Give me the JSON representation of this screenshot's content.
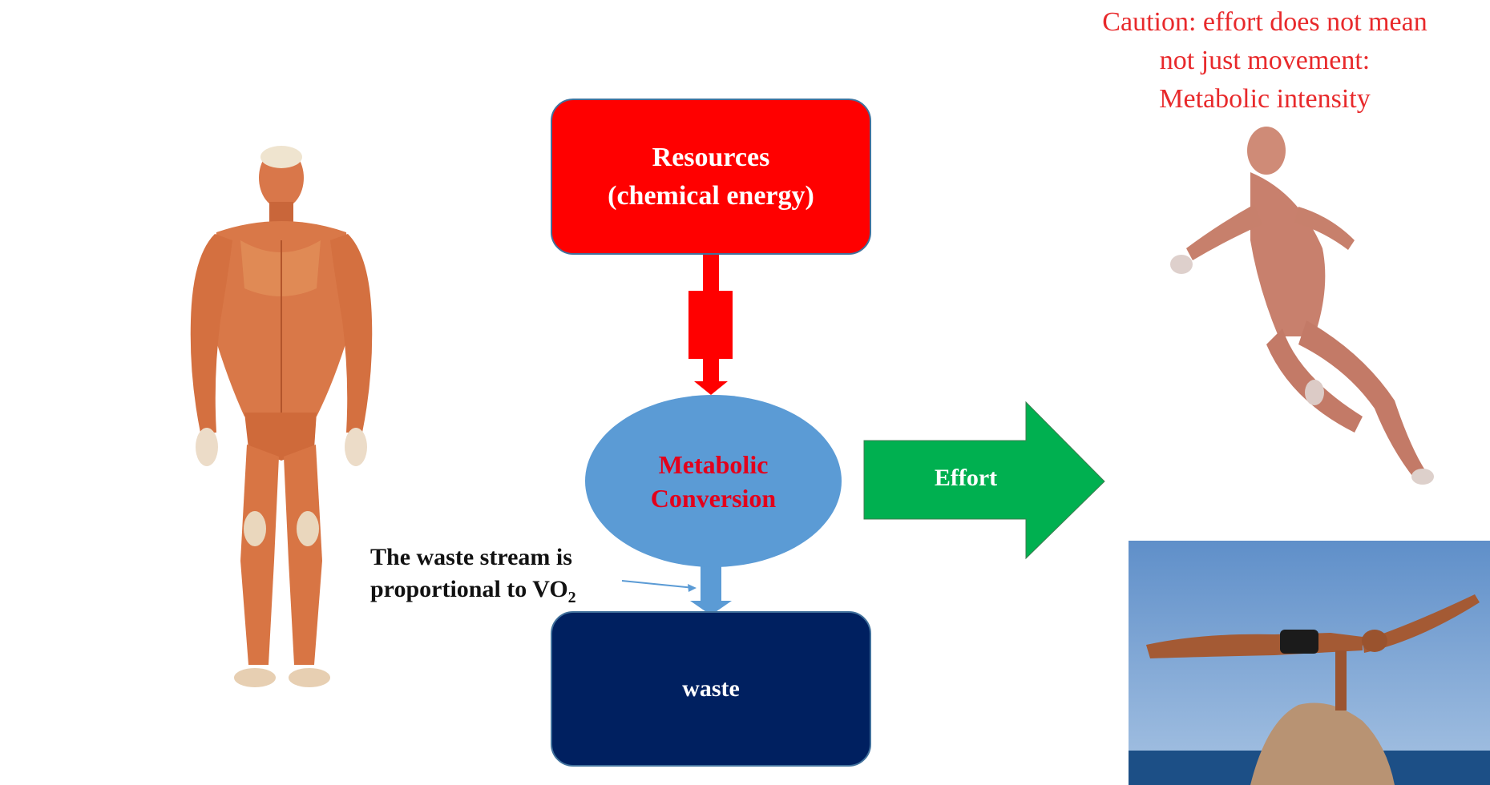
{
  "caution_text": "Caution: effort does not mean\nnot just movement:\nMetabolic intensity",
  "resources_label": "Resources\n(chemical energy)",
  "metabolic_label": "Metabolic\nConversion",
  "effort_label": "Effort",
  "waste_label": "waste",
  "waste_note": {
    "line1": "The waste stream is",
    "line2_prefix": "proportional to VO",
    "line2_sub": "2"
  },
  "colors": {
    "caution_text": "#e8292b",
    "resources_fill": "#ff0000",
    "metabolic_fill": "#5b9bd5",
    "metabolic_text": "#e3001b",
    "effort_fill": "#00b050",
    "waste_fill": "#002060",
    "arrow_red": "#ff0000",
    "arrow_blue": "#5b9bd5"
  },
  "images": {
    "left": "anatomical muscle figure standing",
    "top_right": "anatomical muscle figure running",
    "bottom_right": "man balancing on one hand on rock by sea"
  }
}
